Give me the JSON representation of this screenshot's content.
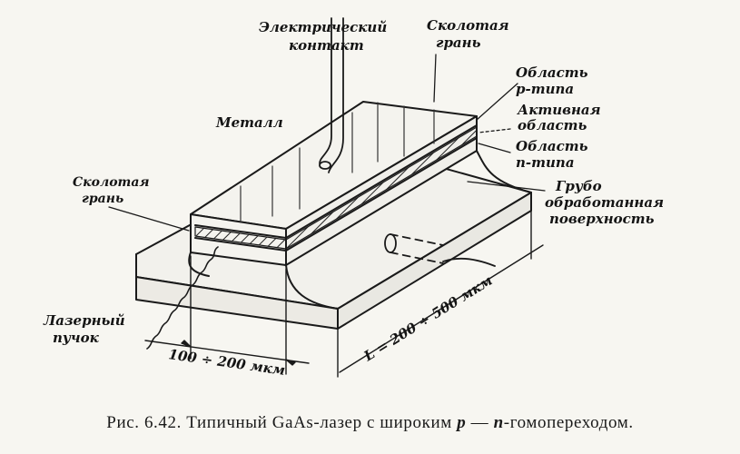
{
  "diagram": {
    "labels": {
      "electric_contact_1": "Электрический",
      "electric_contact_2": "контакт",
      "cleaved_face_top_1": "Сколотая",
      "cleaved_face_top_2": "грань",
      "p_region_1": "Область",
      "p_region_2": "p-типа",
      "active_region_1": "Активная",
      "active_region_2": "область",
      "n_region_1": "Область",
      "n_region_2": "n-типа",
      "rough_surface_1": "Грубо",
      "rough_surface_2": "обработанная",
      "rough_surface_3": "поверхность",
      "metal": "Металл",
      "cleaved_face_left_1": "Сколотая",
      "cleaved_face_left_2": "грань",
      "laser_beam_1": "Лазерный",
      "laser_beam_2": "пучок",
      "width_dim": "100 ÷ 200 мкм",
      "length_dim": "L = 200 ÷ 500 мкм"
    }
  },
  "caption": {
    "prefix": "Рис. 6.42. Типичный GaAs-лазер с широким ",
    "p": "p",
    "dash": " — ",
    "n": "n",
    "suffix": "-гомопереходом."
  }
}
